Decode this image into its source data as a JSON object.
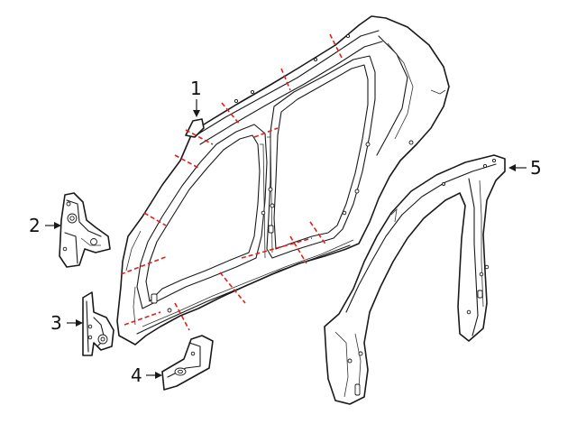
{
  "callouts": [
    {
      "id": "1",
      "label": "1"
    },
    {
      "id": "2",
      "label": "2"
    },
    {
      "id": "3",
      "label": "3"
    },
    {
      "id": "4",
      "label": "4"
    },
    {
      "id": "5",
      "label": "5"
    }
  ],
  "colors": {
    "line": "#1a1a1a",
    "cut_line": "#e0201b",
    "background": "#ffffff"
  }
}
